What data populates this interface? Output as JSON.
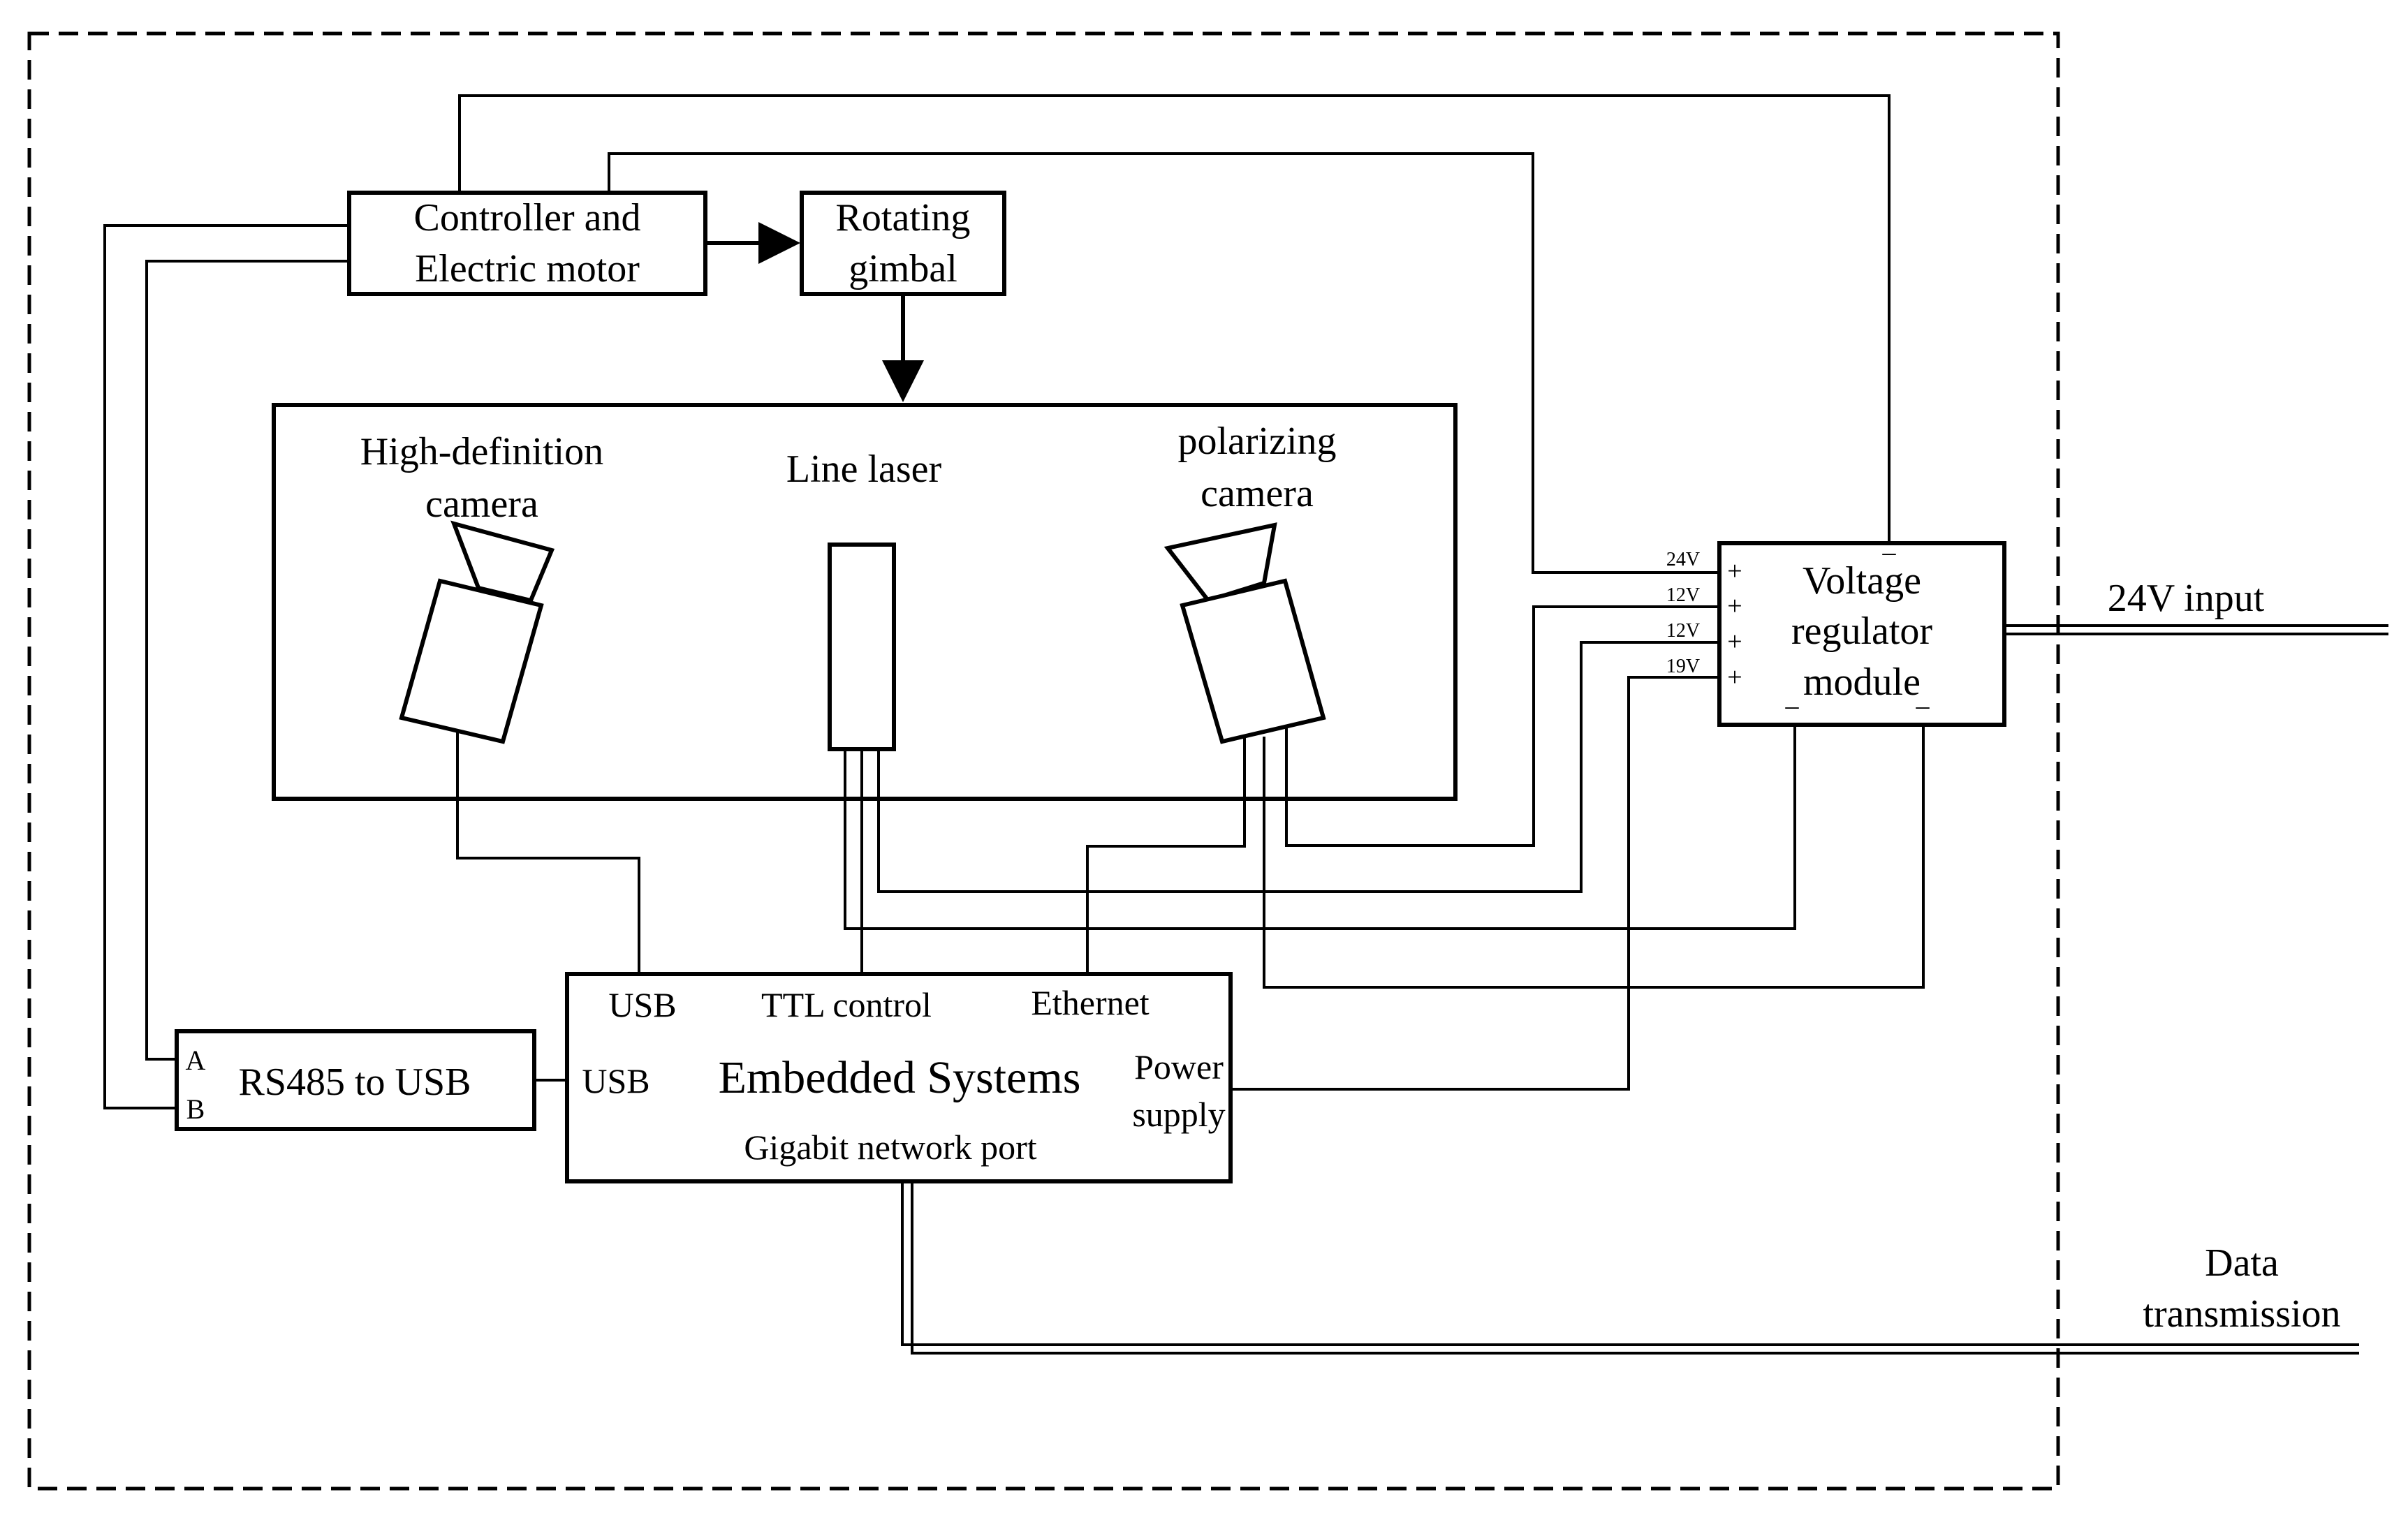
{
  "blocks": {
    "controller": {
      "line1": "Controller and",
      "line2": "Electric motor"
    },
    "gimbal": {
      "line1": "Rotating",
      "line2": "gimbal"
    },
    "hd_camera": {
      "line1": "High-definition",
      "line2": "camera"
    },
    "line_laser": {
      "label": "Line laser"
    },
    "polarizing_camera": {
      "line1": "polarizing",
      "line2": "camera"
    },
    "voltage_regulator": {
      "line1": "Voltage",
      "line2": "regulator",
      "line3": "module"
    },
    "rs485": {
      "label": "RS485 to USB",
      "pin_a": "A",
      "pin_b": "B"
    },
    "embedded": {
      "title": "Embedded Systems",
      "port_usb_top": "USB",
      "port_ttl": "TTL control",
      "port_ethernet": "Ethernet",
      "port_usb_left": "USB",
      "port_power_line1": "Power",
      "port_power_line2": "supply",
      "port_gigabit": "Gigabit network port"
    }
  },
  "regulator_outputs": [
    {
      "voltage": "24V",
      "sign": "+"
    },
    {
      "voltage": "12V",
      "sign": "+"
    },
    {
      "voltage": "12V",
      "sign": "+"
    },
    {
      "voltage": "19V",
      "sign": "+"
    }
  ],
  "regulator_minus": "_",
  "external": {
    "input_label": "24V input",
    "data_line1": "Data",
    "data_line2": "transmission"
  }
}
